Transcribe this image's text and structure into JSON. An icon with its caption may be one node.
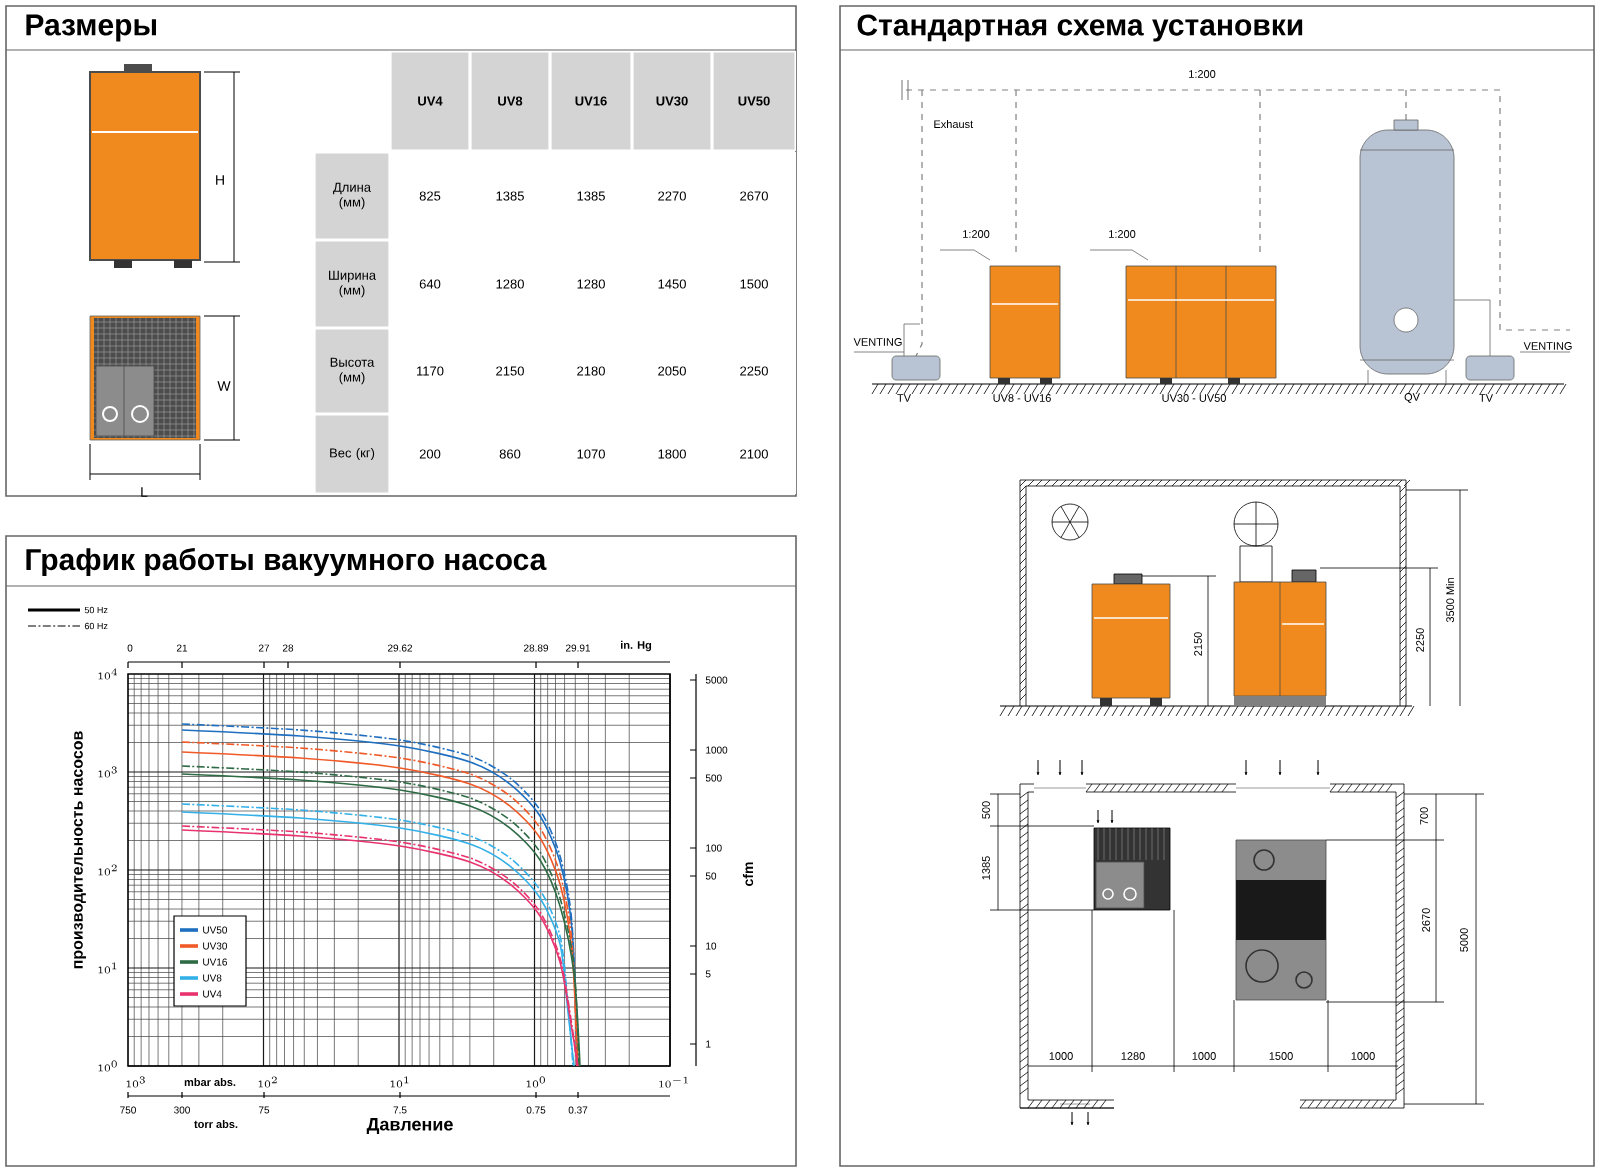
{
  "diagram": {
    "nodes": [
      {
        "text": [
          "Размеры"
        ]
      },
      {
        "text": [
          "График работы вакуумного насоса"
        ]
      },
      {
        "text": [
          "Стандартная схема установки"
        ]
      }
    ],
    "labels": [
      "H",
      "W",
      "L",
      "UV4",
      "UV8",
      "UV16",
      "UV30",
      "UV50",
      "Длина (мм)",
      "825",
      "1385",
      "1385",
      "2270",
      "2670",
      "Ширина (мм)",
      "640",
      "1280",
      "1280",
      "1450",
      "1500",
      "Высота (мм)",
      "1170",
      "2150",
      "2180",
      "2050",
      "2250",
      "Вес (кг)",
      "200",
      "860",
      "1070",
      "1800",
      "2100",
      "0",
      "21",
      "27",
      "28",
      "29.62",
      "28.89",
      "29.91",
      "in. Hg",
      "10^{4}",
      "10^{3}",
      "10^{2}",
      "10^{1}",
      "10^{0}",
      "5000",
      "1000",
      "500",
      "100",
      "50",
      "10",
      "5",
      "1",
      "cfm",
      "производительность насосов",
      "10^{3}",
      "mbar abs.",
      "10^{2}",
      "10^{1}",
      "10^{0}",
      "10^{-1}",
      "750",
      "300",
      "75",
      "7.5",
      "0.75",
      "0.37",
      "torr abs.",
      "Давление",
      "1:200",
      "Exhaust",
      "1:200",
      "1:200",
      "VENTING",
      "VENTING",
      "TV",
      "UV8 - UV16",
      "UV30 - UV50",
      "QV",
      "TV",
      "2150",
      "2250",
      "3500 Min",
      "500",
      "1385",
      "700",
      "2670",
      "5000",
      "1000",
      "1280",
      "1000",
      "1500",
      "1000"
    ],
    "legend": [
      {
        "text": "50 Hz"
      },
      {
        "text": "60 Hz"
      },
      {
        "text": "UV50",
        "color": "#1f6fc0"
      },
      {
        "text": "UV30",
        "color": "#f05a28"
      },
      {
        "text": "UV16",
        "color": "#2e6b45"
      },
      {
        "text": "UV8",
        "color": "#33b0e8"
      },
      {
        "text": "UV4",
        "color": "#e8336e"
      }
    ]
  }
}
